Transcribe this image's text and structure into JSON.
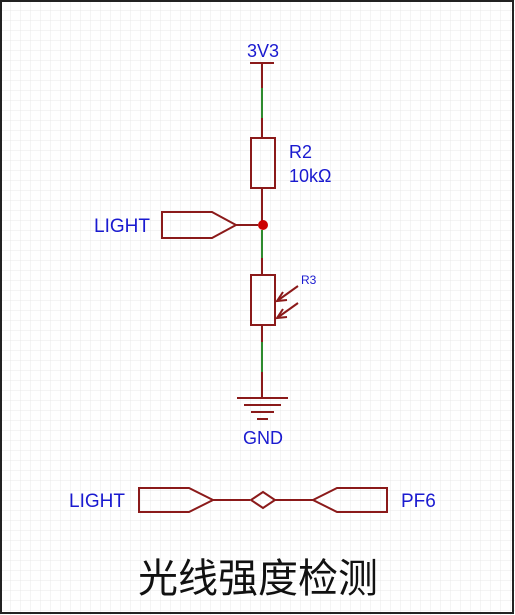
{
  "title": "光线强度检测",
  "colors": {
    "wire": "#8b1a1a",
    "net": "#2e8b2e",
    "text": "#1a1ad0",
    "title": "#111111",
    "junction": "#cc0000",
    "grid": "#e6e6e6",
    "frame": "#222222"
  },
  "power": {
    "label": "3V3"
  },
  "resistor_r2": {
    "ref": "R2",
    "value": "10kΩ"
  },
  "photoresistor_r3": {
    "ref": "R3"
  },
  "ground": {
    "label": "GND"
  },
  "net_port_top": {
    "label": "LIGHT"
  },
  "net_link": {
    "left_label": "LIGHT",
    "right_label": "PF6"
  }
}
